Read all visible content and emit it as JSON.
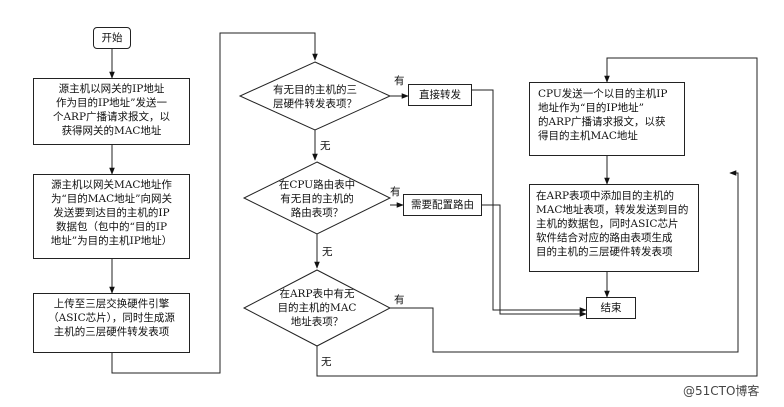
{
  "flow": {
    "start": "开始",
    "step1": "源主机以网关的IP地址\n作为目的IP地址”发送一\n个ARP广播请求报文，以\n获得网关的MAC地址",
    "step2": "源主机以网关MAC地址作\n为“目的MAC地址”向网关\n发送要到达目的主机的IP\n数据包（包中的“目的IP\n地址”为目的主机IP地址）",
    "step3": "上传至三层交换硬件引擎\n（ASIC芯片），同时生成源\n主机的三层硬件转发表项",
    "decision1": "有无目的主机的三\n层硬件转发表项？",
    "decision2": "在CPU路由表中\n有无目的主机的\n路由表项？",
    "decision3": "在ARP表中有无\n目的主机的MAC\n地址表项？",
    "direct_forward": "直接转发",
    "need_route": "需要配置路由",
    "cpu_arp": "CPU发送一个以目的主机IP\n地址作为“目的IP地址”\n的ARP广播请求报文，以获\n得目的主机MAC地址",
    "arp_add": "在ARP表项中添加目的主机的\nMAC地址表项，转发发送到目的\n主机的数据包，同时ASIC芯片\n软件结合对应的路由表项生成\n目的主机的三层硬件转发表项",
    "end": "结束",
    "yes": "有",
    "no": "无"
  },
  "watermark": "@51CTO博客"
}
